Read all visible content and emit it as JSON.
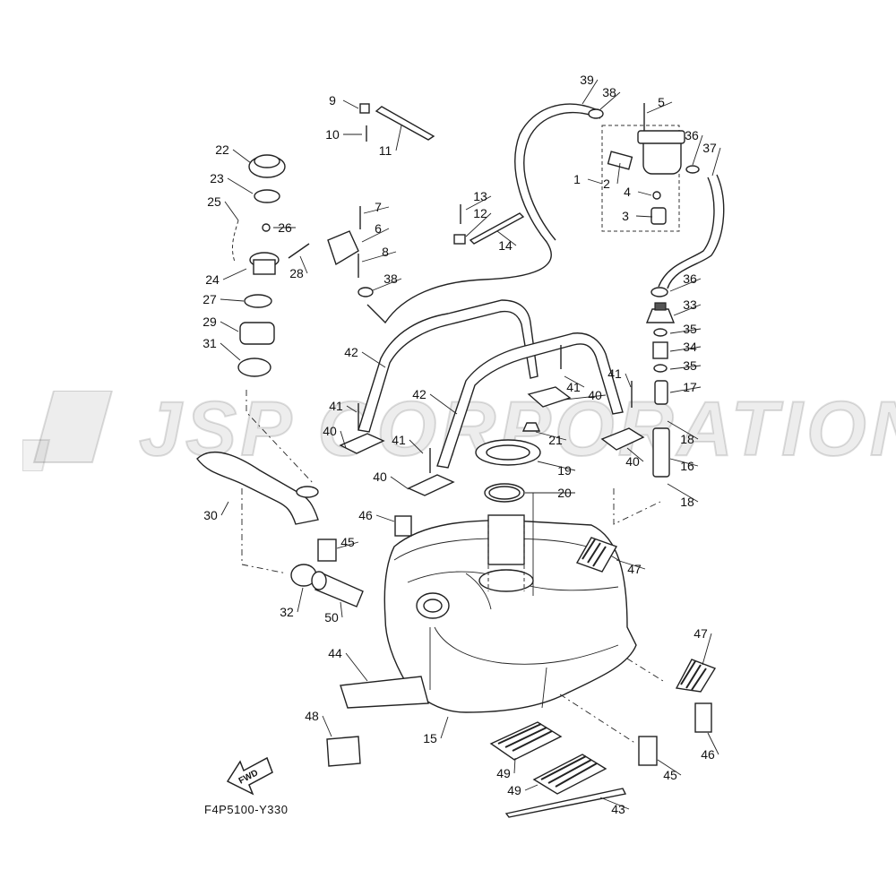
{
  "diagram": {
    "code": "F4P5100-Y330",
    "direction_label": "FWD",
    "watermark": "JSP CORPORATION",
    "callouts": [
      {
        "id": "c1",
        "label": "1"
      },
      {
        "id": "c2",
        "label": "2"
      },
      {
        "id": "c3",
        "label": "3"
      },
      {
        "id": "c4",
        "label": "4"
      },
      {
        "id": "c5",
        "label": "5"
      },
      {
        "id": "c6",
        "label": "6"
      },
      {
        "id": "c7",
        "label": "7"
      },
      {
        "id": "c8",
        "label": "8"
      },
      {
        "id": "c9",
        "label": "9"
      },
      {
        "id": "c10",
        "label": "10"
      },
      {
        "id": "c11",
        "label": "11"
      },
      {
        "id": "c12",
        "label": "12"
      },
      {
        "id": "c13",
        "label": "13"
      },
      {
        "id": "c14",
        "label": "14"
      },
      {
        "id": "c15",
        "label": "15"
      },
      {
        "id": "c16",
        "label": "16"
      },
      {
        "id": "c17",
        "label": "17"
      },
      {
        "id": "c18a",
        "label": "18"
      },
      {
        "id": "c18b",
        "label": "18"
      },
      {
        "id": "c19",
        "label": "19"
      },
      {
        "id": "c20",
        "label": "20"
      },
      {
        "id": "c21",
        "label": "21"
      },
      {
        "id": "c22",
        "label": "22"
      },
      {
        "id": "c23",
        "label": "23"
      },
      {
        "id": "c24",
        "label": "24"
      },
      {
        "id": "c25",
        "label": "25"
      },
      {
        "id": "c26",
        "label": "26"
      },
      {
        "id": "c27",
        "label": "27"
      },
      {
        "id": "c28",
        "label": "28"
      },
      {
        "id": "c29",
        "label": "29"
      },
      {
        "id": "c30",
        "label": "30"
      },
      {
        "id": "c31",
        "label": "31"
      },
      {
        "id": "c32",
        "label": "32"
      },
      {
        "id": "c33",
        "label": "33"
      },
      {
        "id": "c34",
        "label": "34"
      },
      {
        "id": "c35a",
        "label": "35"
      },
      {
        "id": "c35b",
        "label": "35"
      },
      {
        "id": "c36a",
        "label": "36"
      },
      {
        "id": "c36b",
        "label": "36"
      },
      {
        "id": "c37",
        "label": "37"
      },
      {
        "id": "c38a",
        "label": "38"
      },
      {
        "id": "c38b",
        "label": "38"
      },
      {
        "id": "c39",
        "label": "39"
      },
      {
        "id": "c40a",
        "label": "40"
      },
      {
        "id": "c40b",
        "label": "40"
      },
      {
        "id": "c40c",
        "label": "40"
      },
      {
        "id": "c40d",
        "label": "40"
      },
      {
        "id": "c41a",
        "label": "41"
      },
      {
        "id": "c41b",
        "label": "41"
      },
      {
        "id": "c41c",
        "label": "41"
      },
      {
        "id": "c41d",
        "label": "41"
      },
      {
        "id": "c42a",
        "label": "42"
      },
      {
        "id": "c42b",
        "label": "42"
      },
      {
        "id": "c43",
        "label": "43"
      },
      {
        "id": "c44",
        "label": "44"
      },
      {
        "id": "c45a",
        "label": "45"
      },
      {
        "id": "c45b",
        "label": "45"
      },
      {
        "id": "c46a",
        "label": "46"
      },
      {
        "id": "c46b",
        "label": "46"
      },
      {
        "id": "c47a",
        "label": "47"
      },
      {
        "id": "c47b",
        "label": "47"
      },
      {
        "id": "c48",
        "label": "48"
      },
      {
        "id": "c49a",
        "label": "49"
      },
      {
        "id": "c49b",
        "label": "49"
      },
      {
        "id": "c50",
        "label": "50"
      }
    ]
  }
}
